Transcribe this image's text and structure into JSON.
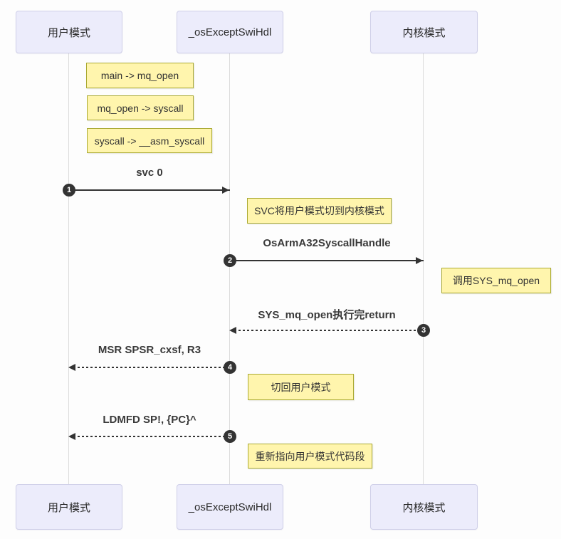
{
  "participants": [
    {
      "name": "用户模式"
    },
    {
      "name": "_osExceptSwiHdl"
    },
    {
      "name": "内核模式"
    }
  ],
  "notes": [
    {
      "text": "main -> mq_open"
    },
    {
      "text": "mq_open -> syscall"
    },
    {
      "text": "syscall -> __asm_syscall"
    },
    {
      "text": "SVC将用户模式切到内核模式"
    },
    {
      "text": "调用SYS_mq_open"
    },
    {
      "text": "切回用户模式"
    },
    {
      "text": "重新指向用户模式代码段"
    }
  ],
  "messages": [
    {
      "num": "1",
      "label": "svc 0",
      "style": "solid",
      "from": "用户模式",
      "to": "_osExceptSwiHdl"
    },
    {
      "num": "2",
      "label": "OsArmA32SyscallHandle",
      "style": "solid",
      "from": "_osExceptSwiHdl",
      "to": "内核模式"
    },
    {
      "num": "3",
      "label": "SYS_mq_open执行完return",
      "style": "dotted",
      "from": "内核模式",
      "to": "_osExceptSwiHdl"
    },
    {
      "num": "4",
      "label": "MSR SPSR_cxsf, R3",
      "style": "dotted",
      "from": "_osExceptSwiHdl",
      "to": "用户模式"
    },
    {
      "num": "5",
      "label": "LDMFD SP!, {PC}^",
      "style": "dotted",
      "from": "_osExceptSwiHdl",
      "to": "用户模式"
    }
  ],
  "colors": {
    "participant_fill": "#ececfb",
    "participant_border": "#cfcfe8",
    "note_fill": "#fff5ad",
    "note_border": "#aaaa33",
    "arrow": "#333333",
    "lifeline": "#dcdcdc",
    "background": "#fdfdfd"
  }
}
